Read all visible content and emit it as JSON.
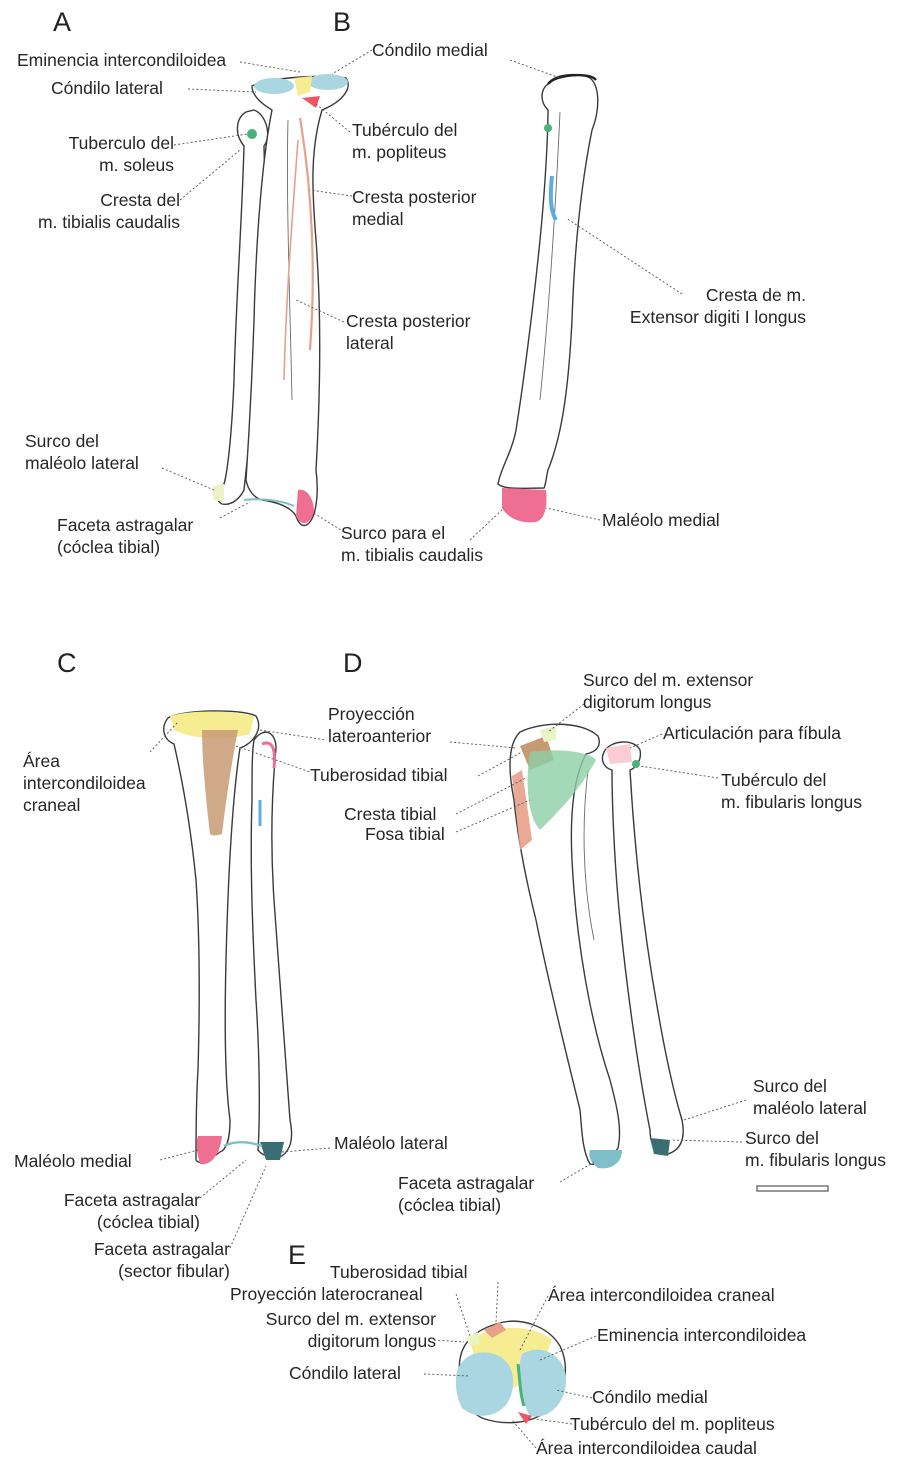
{
  "panels": {
    "A": {
      "letter": "A",
      "labels": {
        "eminencia": "Eminencia intercondiloidea",
        "condilo_lateral": "Cóndilo lateral",
        "tuberculo_soleus_1": "Tuberculo del",
        "tuberculo_soleus_2": "m. soleus",
        "cresta_tibialis_1": "Cresta del",
        "cresta_tibialis_2": "m. tibialis caudalis",
        "tuberculo_popliteus_1": "Tubérculo del",
        "tuberculo_popliteus_2": "m. popliteus",
        "cresta_post_medial_1": "Cresta posterior",
        "cresta_post_medial_2": "medial",
        "cresta_post_lateral_1": "Cresta posterior",
        "cresta_post_lateral_2": "lateral",
        "surco_maleolo_1": "Surco del",
        "surco_maleolo_2": "maléolo lateral",
        "faceta_1": "Faceta astragalar",
        "faceta_2": "(cóclea tibial)",
        "surco_tibialis_1": "Surco para el",
        "surco_tibialis_2": "m. tibialis caudalis"
      }
    },
    "B": {
      "letter": "B",
      "labels": {
        "condilo_medial": "Cóndilo medial",
        "cresta_extensor_1": "Cresta de m.",
        "cresta_extensor_2": "Extensor digiti I longus",
        "maleolo_medial": "Maléolo medial"
      }
    },
    "C": {
      "letter": "C",
      "labels": {
        "area_craneal_1": "Área",
        "area_craneal_2": "intercondiloidea",
        "area_craneal_3": "craneal",
        "maleolo_medial": "Maléolo medial",
        "maleolo_lateral": "Maléolo lateral",
        "faceta_coclea_1": "Faceta astragalar",
        "faceta_coclea_2": "(cóclea tibial)",
        "faceta_fibular_1": "Faceta astragalar",
        "faceta_fibular_2": "(sector fibular)"
      }
    },
    "D": {
      "letter": "D",
      "labels": {
        "proyeccion_1": "Proyección",
        "proyeccion_2": "lateroanterior",
        "surco_extensor_1": "Surco del m. extensor",
        "surco_extensor_2": "digitorum longus",
        "articulacion": "Articulación para fíbula",
        "tuberosidad": "Tuberosidad tibial",
        "tuberculo_fibularis_1": "Tubérculo del",
        "tuberculo_fibularis_2": "m. fibularis longus",
        "cresta_tibial": "Cresta tibial",
        "fosa_tibial": "Fosa tibial",
        "surco_maleolo_1": "Surco del",
        "surco_maleolo_2": "maléolo lateral",
        "surco_fibularis_1": "Surco del",
        "surco_fibularis_2": "m. fibularis longus",
        "faceta_1": "Faceta astragalar",
        "faceta_2": "(cóclea tibial)"
      }
    },
    "E": {
      "letter": "E",
      "labels": {
        "tuberosidad": "Tuberosidad tibial",
        "proyeccion": "Proyección laterocraneal",
        "surco_extensor_1": "Surco del m. extensor",
        "surco_extensor_2": "digitorum longus",
        "condilo_lateral": "Cóndilo lateral",
        "area_craneal": "Área intercondiloidea craneal",
        "eminencia": "Eminencia intercondiloidea",
        "condilo_medial": "Cóndilo medial",
        "tuberculo_popliteus": "Tubérculo del m. popliteus",
        "area_caudal": "Área intercondiloidea caudal"
      }
    }
  },
  "colors": {
    "condyle_blue": "#a9d6e0",
    "eminence_yellow": "#f6ec92",
    "popliteus_red": "#ef5564",
    "crest_salmon": "#e7a08a",
    "maleolus_pink": "#ef6f93",
    "soleus_green": "#49b27a",
    "facet_teal": "#7fbfc9",
    "tuberosity_brown": "#c89a74",
    "fossa_green": "#8dd0a6",
    "extensor_blue": "#5aaee0"
  }
}
